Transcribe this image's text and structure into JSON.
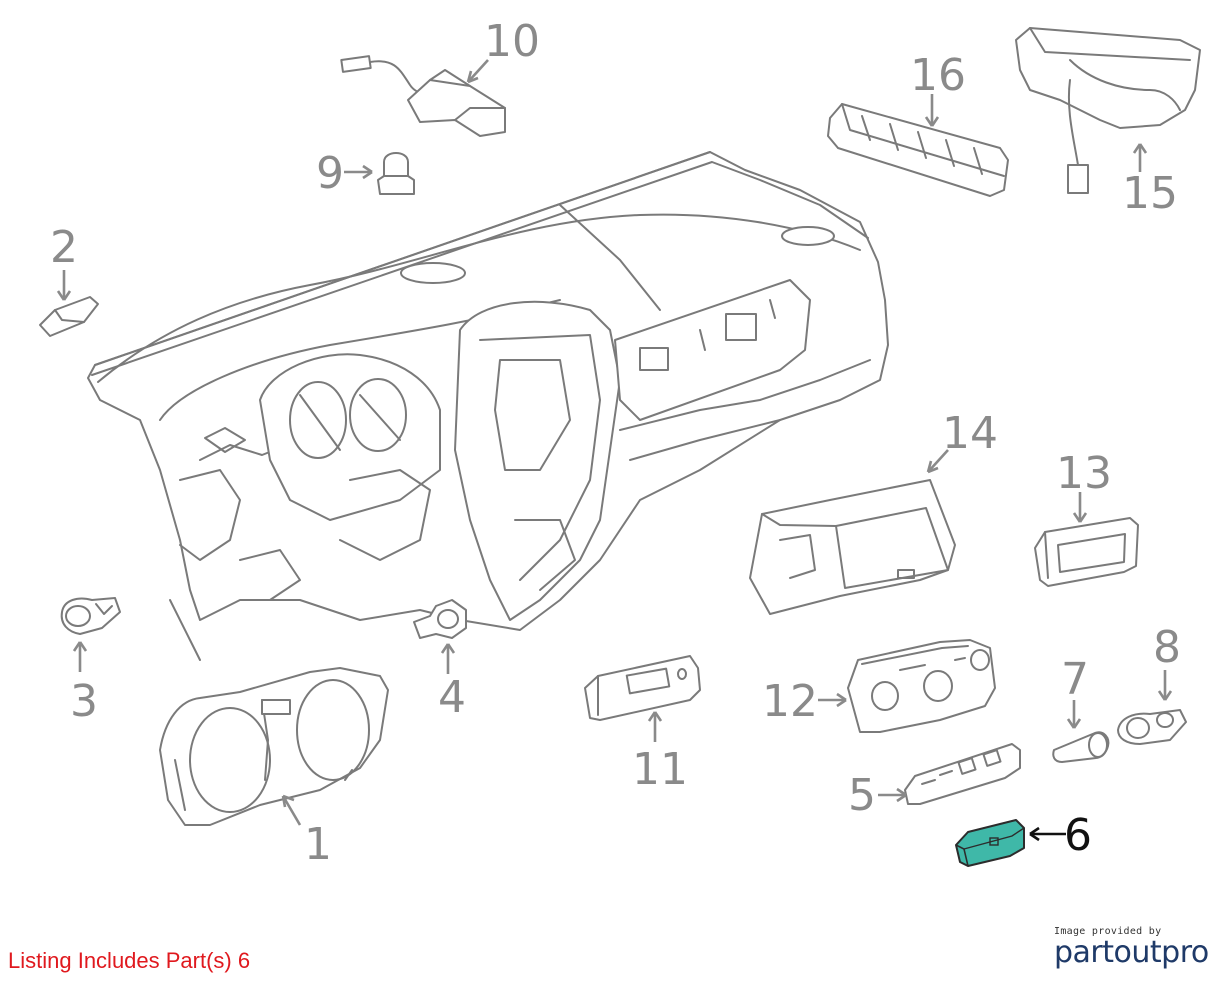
{
  "callouts": [
    {
      "id": "1",
      "label": "1"
    },
    {
      "id": "2",
      "label": "2"
    },
    {
      "id": "3",
      "label": "3"
    },
    {
      "id": "4",
      "label": "4"
    },
    {
      "id": "5",
      "label": "5"
    },
    {
      "id": "6",
      "label": "6"
    },
    {
      "id": "7",
      "label": "7"
    },
    {
      "id": "8",
      "label": "8"
    },
    {
      "id": "9",
      "label": "9"
    },
    {
      "id": "10",
      "label": "10"
    },
    {
      "id": "11",
      "label": "11"
    },
    {
      "id": "12",
      "label": "12"
    },
    {
      "id": "13",
      "label": "13"
    },
    {
      "id": "14",
      "label": "14"
    },
    {
      "id": "15",
      "label": "15"
    },
    {
      "id": "16",
      "label": "16"
    }
  ],
  "highlighted_part": "6",
  "colors": {
    "highlight_fill": "#3fb8a8",
    "callout_gray": "#8a8a8a",
    "callout_highlight": "#111111",
    "note_red": "#e0191e",
    "brand_blue": "#1f3a68"
  },
  "footer": {
    "note": "Listing Includes Part(s) 6",
    "credit_small": "Image provided by",
    "credit_brand": "partoutpro"
  }
}
